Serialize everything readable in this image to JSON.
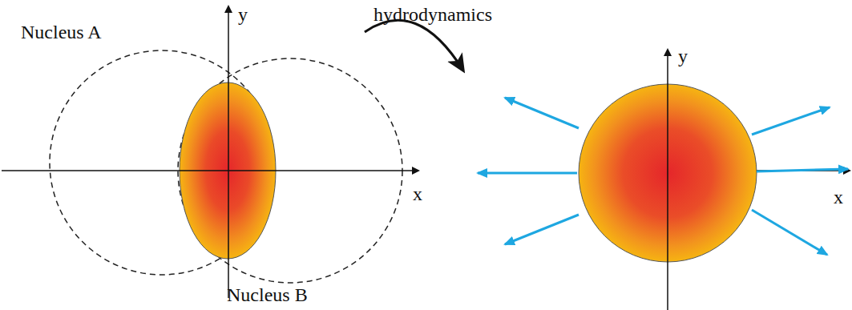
{
  "diagram": {
    "labels": [
      "Nucleus A",
      "hydrodynamics",
      "y",
      "y",
      "x",
      "x",
      "Nucleus B"
    ]
  }
}
